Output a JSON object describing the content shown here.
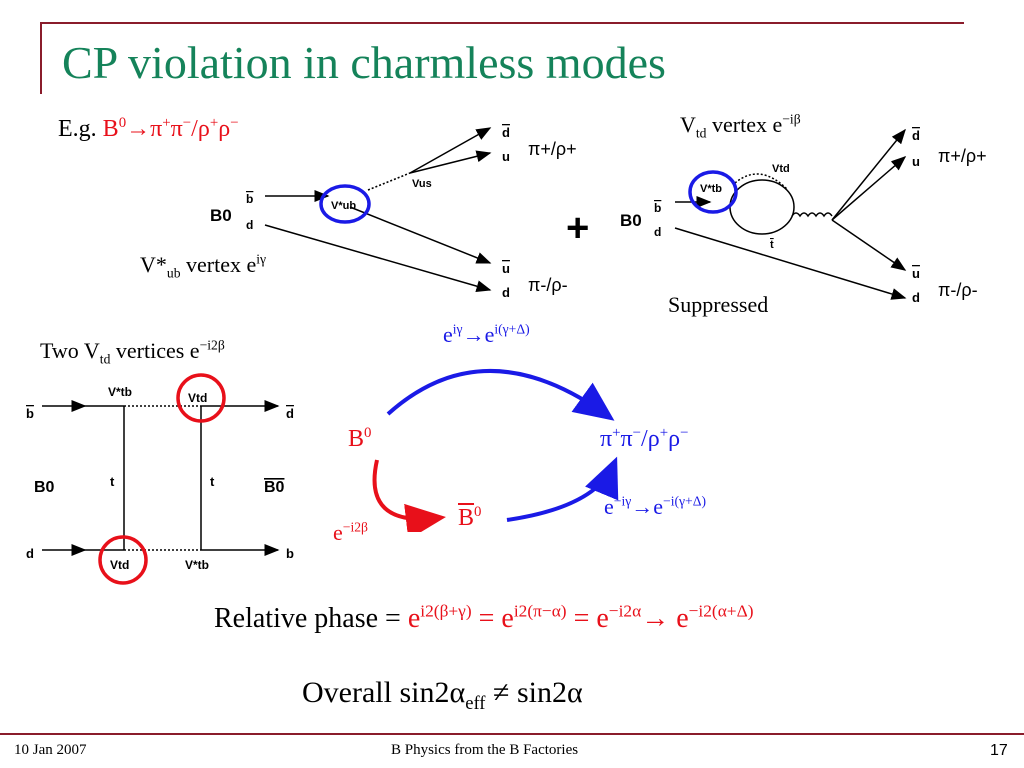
{
  "slide": {
    "title": "CP violation in charmless modes",
    "example": {
      "prefix": "E.g. ",
      "decay": "B⁰→π⁺π⁻/ρ⁺ρ⁻"
    },
    "vub_vertex": "V*ub vertex eiγ",
    "vtd_vertex": "Vtd vertex e−iβ",
    "plus_sign": "+",
    "suppressed": "Suppressed",
    "two_vtd": "Two Vtd vertices e−i2β",
    "phase_top": "eiγ→ei(γ+Δ)",
    "b0_red": "B0",
    "final_state": "π+π−/ρ+ρ−",
    "mixing_phase": "e−i2β",
    "b0bar": "B0",
    "phase_bottom": "e−iγ→e−i(γ+Δ)",
    "relative_phase_label": "Relative phase = ",
    "relative_phase_expr": "ei2(β+γ) = ei2(π−α) = e−i2α→ e−i2(α+Δ)",
    "overall": "Overall sin2αeff ≠ sin2α",
    "footer_date": "10 Jan 2007",
    "footer_center": "B Physics from the B Factories",
    "footer_page": "17"
  },
  "diagram_tree": {
    "b0": "B0",
    "bbar": "b",
    "d": "d",
    "vertex": "V*ub",
    "vus": "Vus",
    "q_top1": "d",
    "q_top2": "u",
    "out_top": "π+/ρ+",
    "q_bot1": "u",
    "q_bot2": "d",
    "out_bot": "π-/ρ-"
  },
  "diagram_penguin": {
    "b0": "B0",
    "bbar": "b",
    "d": "d",
    "vertex": "V*tb",
    "vtd": "Vtd",
    "tbar": "t",
    "q_top1": "d",
    "q_top2": "u",
    "out_top": "π+/ρ+",
    "q_bot1": "u",
    "q_bot2": "d",
    "out_bot": "π-/ρ-"
  },
  "diagram_box": {
    "bbar": "b",
    "dbar": "d",
    "b0": "B0",
    "b0bar": "B0",
    "t_left": "t",
    "t_right": "t",
    "d": "d",
    "b": "b",
    "v_tl": "V*tb",
    "v_tr": "Vtd",
    "v_bl": "Vtd",
    "v_br": "V*tb"
  },
  "colors": {
    "title": "#15835a",
    "accent": "#8a1c2b",
    "red": "#e8101a",
    "blue": "#1a1ae6"
  }
}
